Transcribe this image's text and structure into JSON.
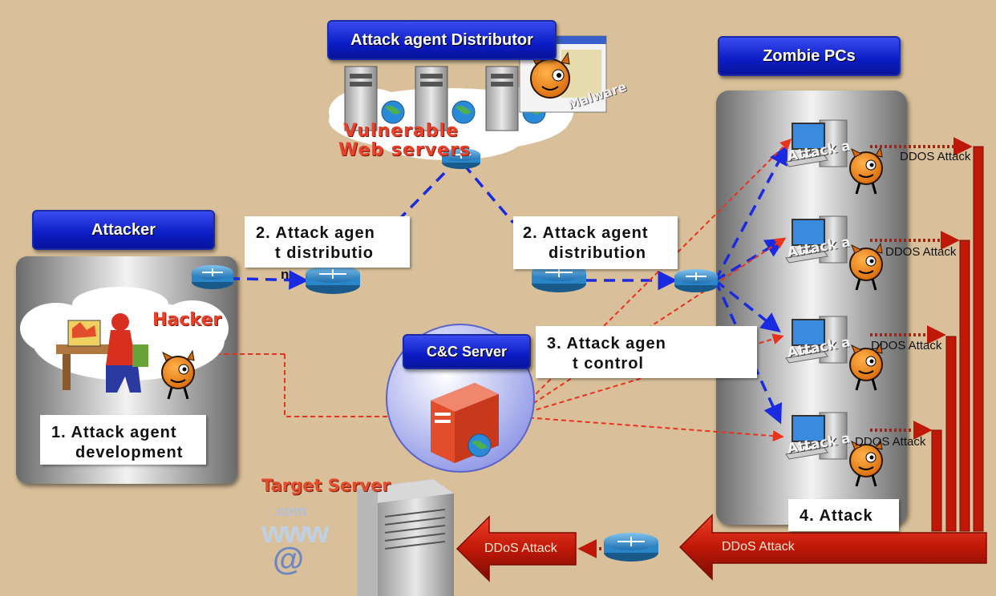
{
  "titles": {
    "distributor": "Attack agent Distributor",
    "zombie": "Zombie PCs",
    "attacker": "Attacker",
    "cnc": "C&C Server"
  },
  "labels": {
    "step1_line1": "1. Attack agent",
    "step1_line2": "development",
    "step2a_line1": "2. Attack  agen",
    "step2a_line2": "t  distributio",
    "step2a_line3": "n",
    "step2b_line1": "2. Attack agent",
    "step2b_line2": "distribution",
    "step3_line1": "3. Attack  agen",
    "step3_line2": "t  control",
    "step4": "4. Attack"
  },
  "texts": {
    "vulnerable_line1": "Vulnerable",
    "vulnerable_line2": "Web servers",
    "hacker": "Hacker",
    "malware": "Malware",
    "target_server": "Target Server",
    "ddos_arrow_left": "DDoS Attack",
    "ddos_arrow_right": "DDoS Attack",
    "com": ".com",
    "www": "www",
    "at": "@"
  },
  "zombies": [
    {
      "agent_label": "Attack agent",
      "ddos_label": "DDOS Attack"
    },
    {
      "agent_label": "Attack agent",
      "ddos_label": "DDOS Attack"
    },
    {
      "agent_label": "Attack agent",
      "ddos_label": "DDOS Attack"
    },
    {
      "agent_label": "Attack agent",
      "ddos_label": "DDOS Attack"
    }
  ],
  "colors": {
    "title_blue": "#0b1cc4",
    "flow_blue": "#1a2ae0",
    "control_red": "#e8321e",
    "attack_red": "#c01808",
    "router_blue": "#2a86c8"
  }
}
